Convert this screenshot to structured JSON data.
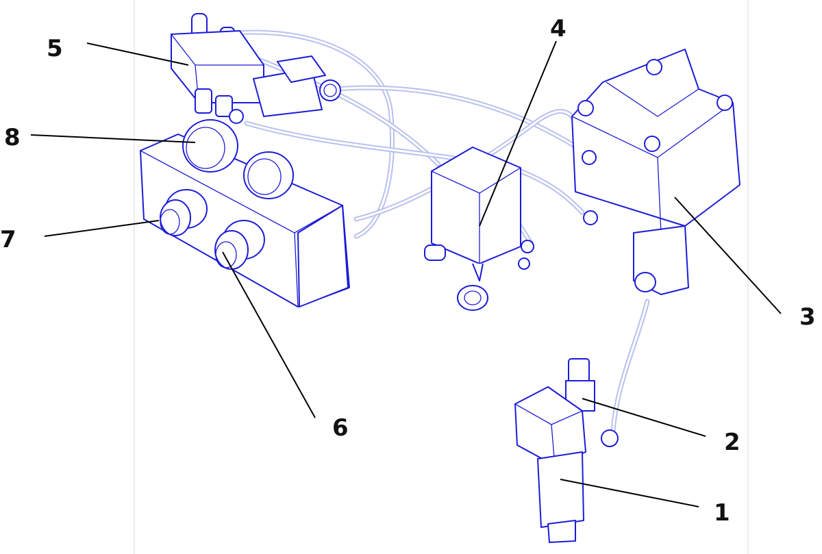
{
  "colors": {
    "ink": "#1b1bd8",
    "hose": "#b9c0ee",
    "leader": "#000000",
    "label": "#111111",
    "background": "#ffffff"
  },
  "labels": {
    "n1": "1",
    "n2": "2",
    "n3": "3",
    "n4": "4",
    "n5": "5",
    "n6": "6",
    "n7": "7",
    "n8": "8"
  }
}
